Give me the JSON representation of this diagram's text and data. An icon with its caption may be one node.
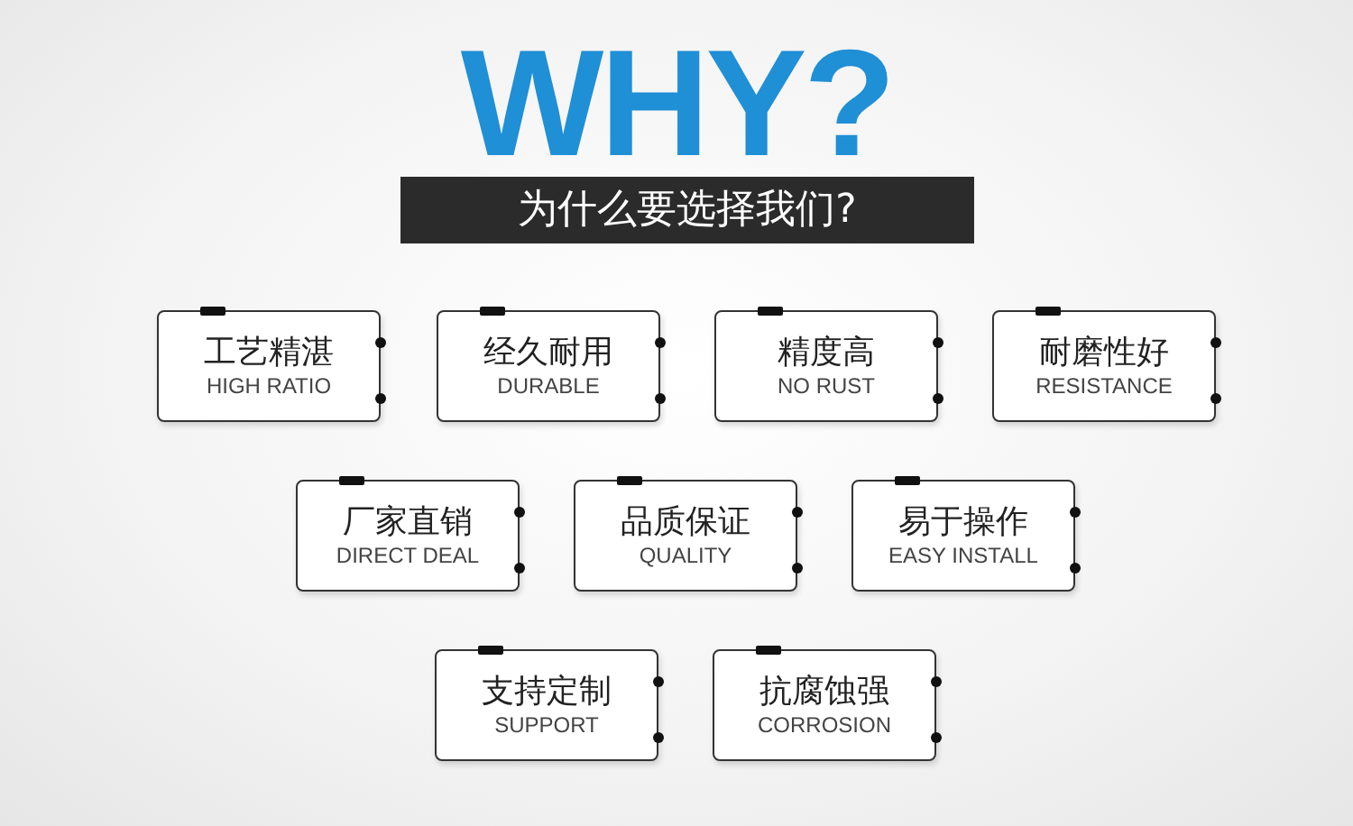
{
  "diagram": {
    "title": "WHY?",
    "labels": [
      "为什么要选择我们?"
    ],
    "nodes": [
      {
        "text": [
          "工艺精湛",
          "HIGH RATIO"
        ]
      },
      {
        "text": [
          "经久耐用",
          "DURABLE"
        ]
      },
      {
        "text": [
          "精度高",
          "NO RUST"
        ]
      },
      {
        "text": [
          "耐磨性好",
          "RESISTANCE"
        ]
      },
      {
        "text": [
          "厂家直销",
          "DIRECT DEAL"
        ]
      },
      {
        "text": [
          "品质保证",
          "QUALITY"
        ]
      },
      {
        "text": [
          "易于操作",
          "EASY INSTALL"
        ]
      },
      {
        "text": [
          "支持定制",
          "SUPPORT"
        ]
      },
      {
        "text": [
          "抗腐蚀强",
          "CORROSION"
        ]
      }
    ]
  }
}
